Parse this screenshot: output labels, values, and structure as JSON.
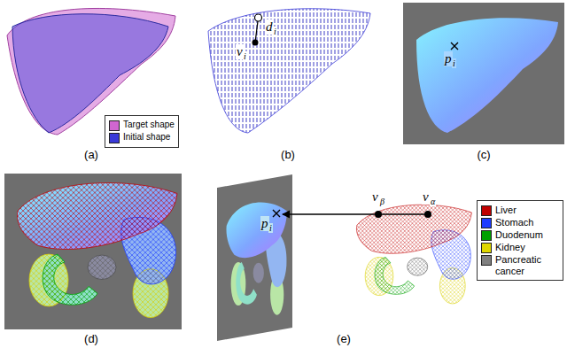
{
  "diagram": {
    "labels": [
      "v",
      "i",
      "d",
      "i",
      "p",
      "i",
      "(a)",
      "(b)",
      "(c)",
      "(d)",
      "p",
      "i",
      "v",
      "β",
      "v",
      "α",
      "(e)"
    ],
    "legend": [
      {
        "text": "Target shape",
        "color": "#d066d0"
      },
      {
        "text": "Initial shape",
        "color": "#3a3ad8"
      },
      {
        "text": "Liver",
        "color": "#c00000"
      },
      {
        "text": "Stomach",
        "color": "#1f3cff"
      },
      {
        "text": "Duodenum",
        "color": "#00a000"
      },
      {
        "text": "Kidney",
        "color": "#e0d800"
      },
      {
        "text": "Pancreatic cancer",
        "color": "#808080"
      }
    ]
  }
}
